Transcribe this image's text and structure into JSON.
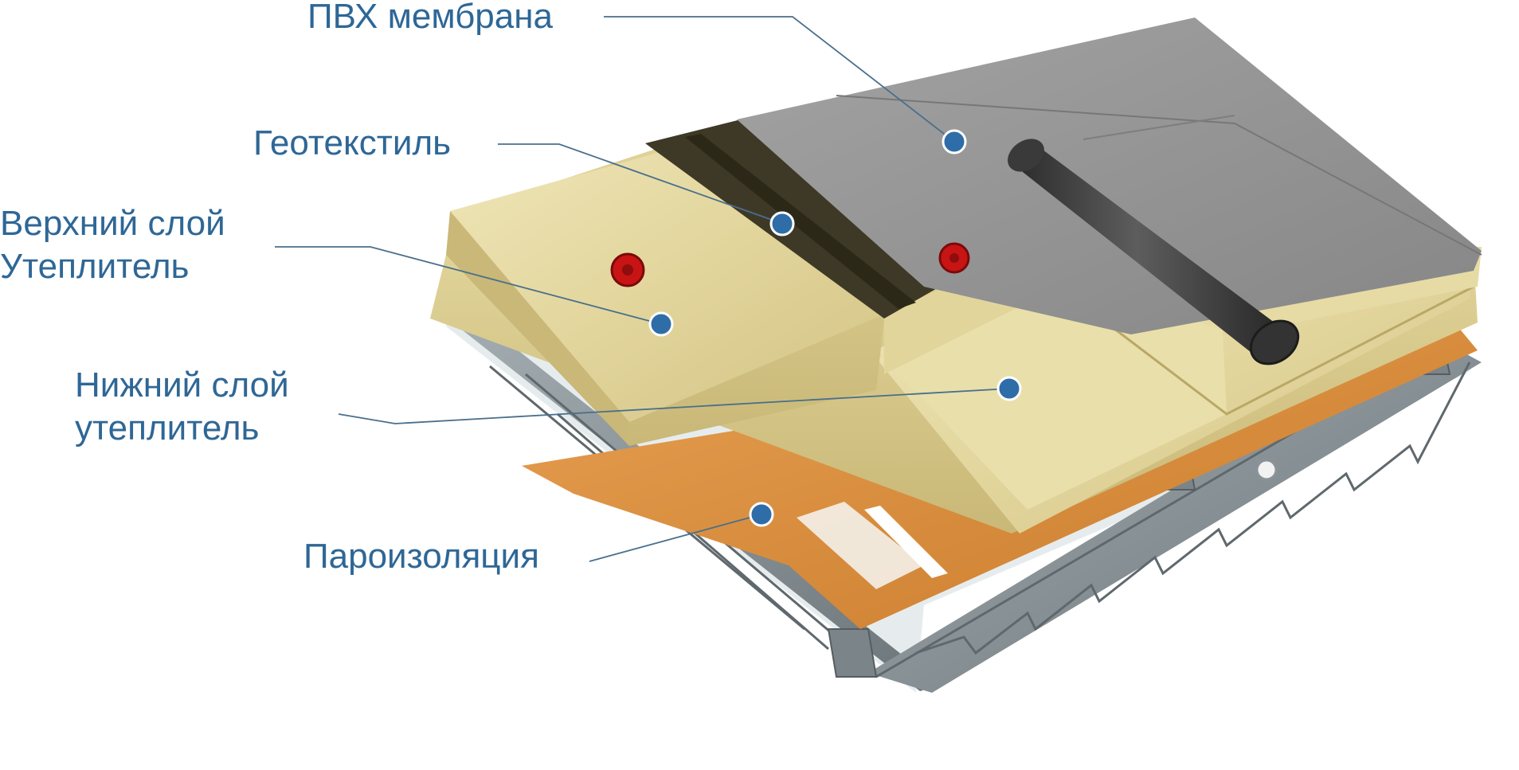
{
  "labels": {
    "pvc_membrane": "ПВХ мембрана",
    "geotextile": "Геотекстиль",
    "upper_insulation": [
      "Верхний слой",
      "Утеплитель"
    ],
    "lower_insulation": [
      "Нижний слой",
      "утеплитель"
    ],
    "vapor_barrier": "Пароизоляция"
  },
  "colors": {
    "label_text": "#2e6796",
    "marker": "#2e6da8",
    "fastener": "#c81414",
    "membrane": "#8f8f8f",
    "geotextile": "#3f3a26",
    "insulation": "#e6dba5",
    "vapor_barrier": "#d98d3c",
    "steel_deck": "#8a9397"
  }
}
